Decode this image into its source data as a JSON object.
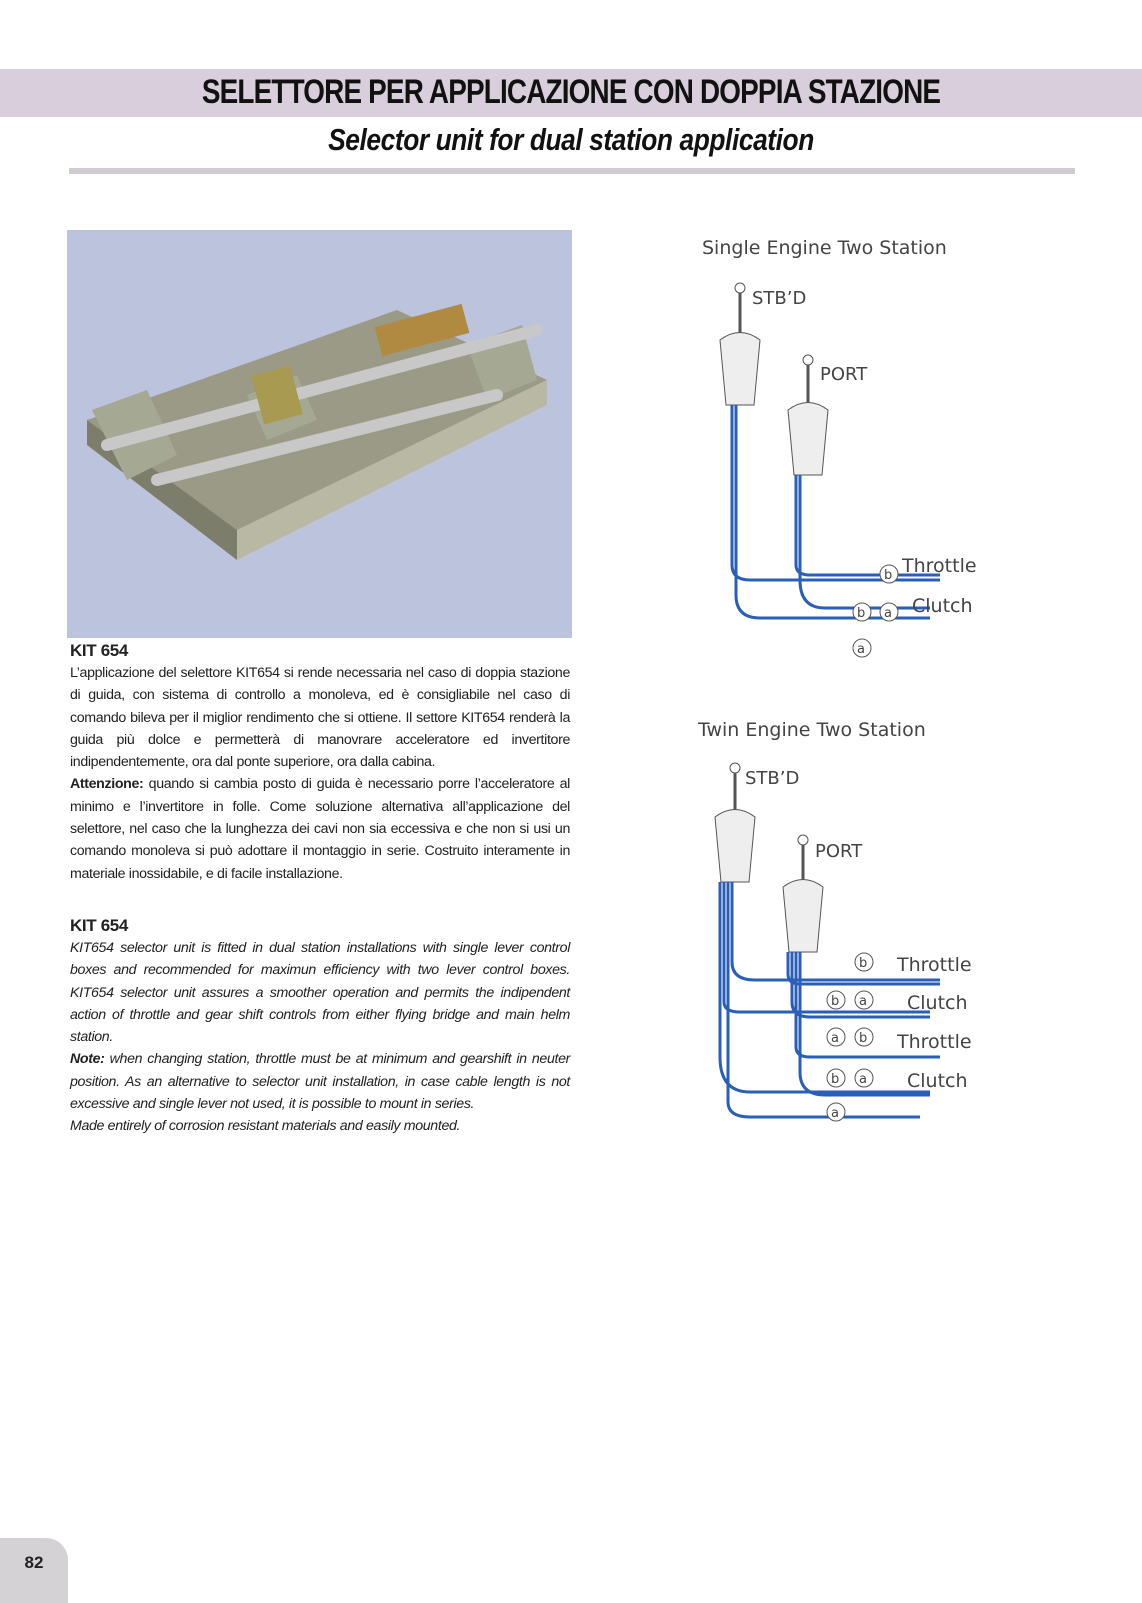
{
  "header": {
    "title": "SELETTORE PER APPLICAZIONE CON DOPPIA STAZIONE",
    "subtitle": "Selector unit for dual station application"
  },
  "italian": {
    "heading": "KIT 654",
    "paragraph": "L’applicazione del selettore KIT654 si rende necessaria nel caso di doppia stazione di guida, con sistema di controllo a monoleva, ed è consigliabile nel caso di comando bileva per il miglior rendimento che si ottiene. Il settore KIT654 renderà la guida più dolce e permetterà di manovrare acceleratore ed invertitore indipendentemente, ora dal ponte superiore, ora dalla cabina.",
    "note_label": "Attenzione:",
    "note": " quando si cambia posto di guida è necessario porre l’acceleratore al minimo e l’invertitore in folle. Come soluzione alternativa all’applicazione del selettore, nel caso che la lunghezza dei cavi non sia eccessiva e che non si usi un comando monoleva si può adottare il montaggio in serie. Costruito interamente in materiale inossidabile, e di facile installazione."
  },
  "english": {
    "heading": "KIT 654",
    "paragraph": "KIT654 selector unit is fitted in dual station installations with single lever control boxes and recommended for maximun efficiency with two lever control boxes. KIT654 selector unit assures a smoother operation and permits the indipendent action of throttle and gear shift controls from either flying bridge and main helm station.",
    "note_label": "Note:",
    "note": " when changing station, throttle must be at minimum and gearshift in neuter position. As an alternative to selector unit installation, in case cable length is not excessive and single lever not used, it is possible to mount in series.",
    "closing": "Made entirely of corrosion resistant materials and easily mounted."
  },
  "diagram_single": {
    "title": "Single Engine  Two Station",
    "stbd": "STB’D",
    "port": "PORT",
    "throttle": "Throttle",
    "clutch": "Clutch",
    "a": "a",
    "b": "b"
  },
  "diagram_twin": {
    "title": "Twin Engine  Two Station",
    "stbd": "STB’D",
    "port": "PORT",
    "throttle": "Throttle",
    "clutch": "Clutch",
    "a": "a",
    "b": "b"
  },
  "colors": {
    "cable": "#2a5fb8",
    "band": "#d9cfdc"
  },
  "page_number": "82"
}
